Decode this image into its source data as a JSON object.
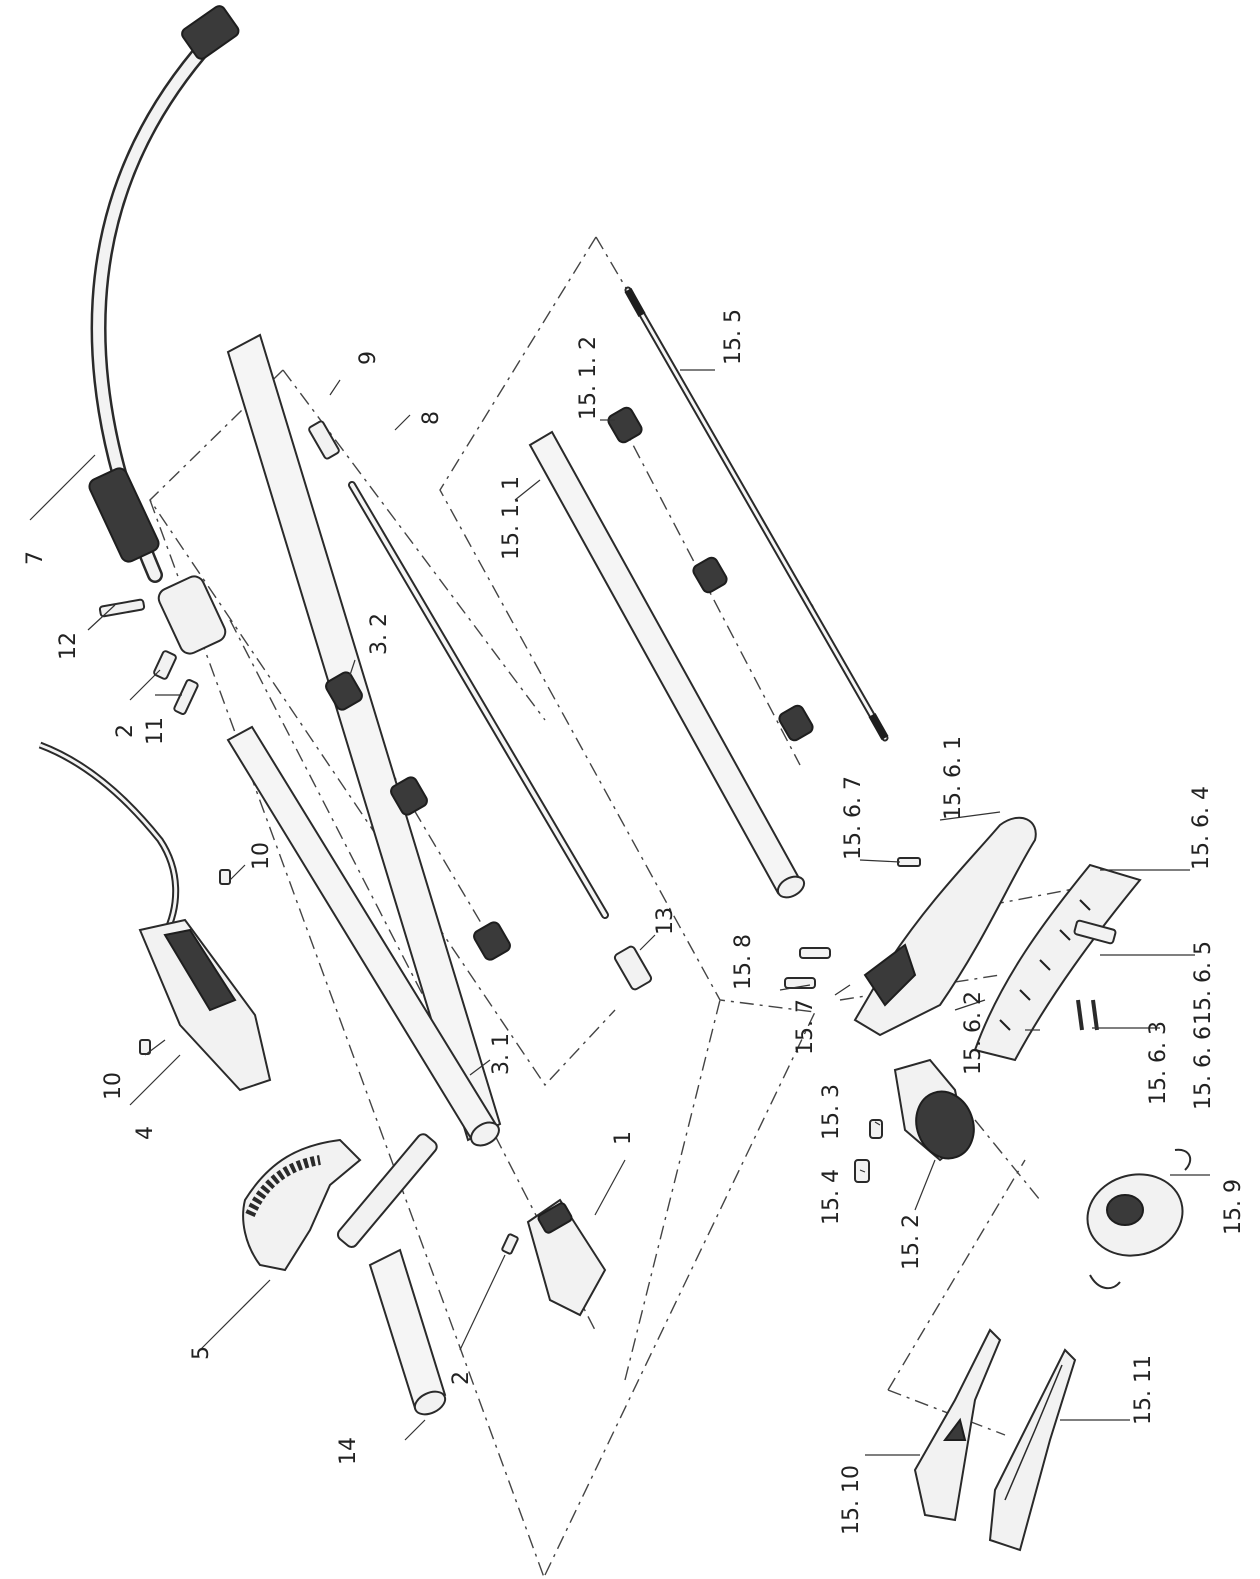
{
  "colors": {
    "line": "#2a2a2a",
    "background": "#ffffff",
    "label": "#222222"
  },
  "labels": {
    "p1": "1",
    "p2a": "2",
    "p2b": "2",
    "p3_1": "3. 1",
    "p3_2": "3. 2",
    "p4": "4",
    "p5": "5",
    "p7": "7",
    "p8": "8",
    "p9": "9",
    "p10a": "10",
    "p10b": "10",
    "p11": "11",
    "p12": "12",
    "p13": "13",
    "p14": "14",
    "p15_1_1": "15. 1. 1",
    "p15_1_2": "15. 1. 2",
    "p15_2": "15. 2",
    "p15_3": "15. 3",
    "p15_4": "15. 4",
    "p15_5": "15. 5",
    "p15_6_1": "15. 6. 1",
    "p15_6_2": "15. 6. 2",
    "p15_6_3": "15. 6. 3",
    "p15_6_4": "15. 6. 4",
    "p15_6_5": "15. 6. 5",
    "p15_6_6": "15. 6. 6",
    "p15_6_7": "15. 6. 7",
    "p15_7": "15. 7",
    "p15_8": "15. 8",
    "p15_9": "15. 9",
    "p15_10": "15. 10",
    "p15_11": "15. 11"
  }
}
